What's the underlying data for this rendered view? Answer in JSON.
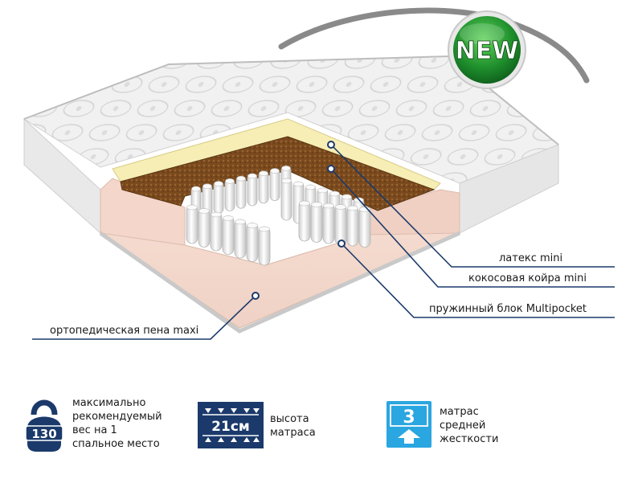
{
  "badge": {
    "label": "NEW"
  },
  "layers": {
    "latex": "латекс mini",
    "coir": "кокосовая койра mini",
    "springs": "пружинный блок Multipocket",
    "foam": "ортопедическая пена maxi"
  },
  "features": {
    "weight": {
      "icon": "kettlebell-icon",
      "value": "130",
      "lines": [
        "максимально",
        "рекомендуемый",
        "вес на 1",
        "спальное место"
      ]
    },
    "height": {
      "icon": "height-arrows-icon",
      "value": "21см",
      "lines": [
        "высота",
        "матраса"
      ]
    },
    "firmness": {
      "icon": "firmness-icon",
      "value": "3",
      "lines": [
        "матрас",
        "средней",
        "жесткости"
      ]
    }
  },
  "colors": {
    "navy": "#1b3a6b",
    "badge_green": "#1f8f2d",
    "firmness_blue": "#2aa6e0"
  }
}
